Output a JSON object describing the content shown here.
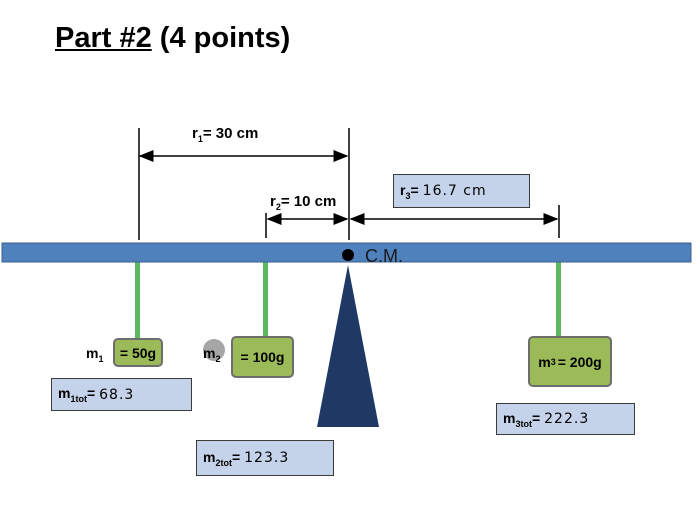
{
  "title": {
    "part": "Part #2",
    "points": "(4 points)"
  },
  "center_of_mass": "C.M.",
  "distances": {
    "r1": {
      "name": "r",
      "sub": "1",
      "value": "= 30 cm"
    },
    "r2": {
      "name": "r",
      "sub": "2",
      "value": "= 10 cm"
    },
    "r3": {
      "name": "r",
      "sub": "3",
      "prefix": "=",
      "handwritten": "16.7 cm"
    }
  },
  "masses": [
    {
      "name": "m",
      "sub": "1",
      "value": "= 50g"
    },
    {
      "name": "m",
      "sub": "2",
      "value": "= 100g"
    },
    {
      "name": "m",
      "sub": "3",
      "value": "= 200g"
    }
  ],
  "totals": [
    {
      "name": "m",
      "sub": "1tot",
      "prefix": "=",
      "handwritten": "68.3"
    },
    {
      "name": "m",
      "sub": "2tot",
      "prefix": "=",
      "handwritten": "123.3"
    },
    {
      "name": "m",
      "sub": "3tot",
      "prefix": "=",
      "handwritten": "222.3"
    }
  ],
  "colors": {
    "beam": "#4f81bd",
    "hanger": "#5cb85c",
    "mass_fill": "#9bbb59",
    "fulcrum": "#1f3864",
    "answer_box": "#c5d3ea"
  }
}
